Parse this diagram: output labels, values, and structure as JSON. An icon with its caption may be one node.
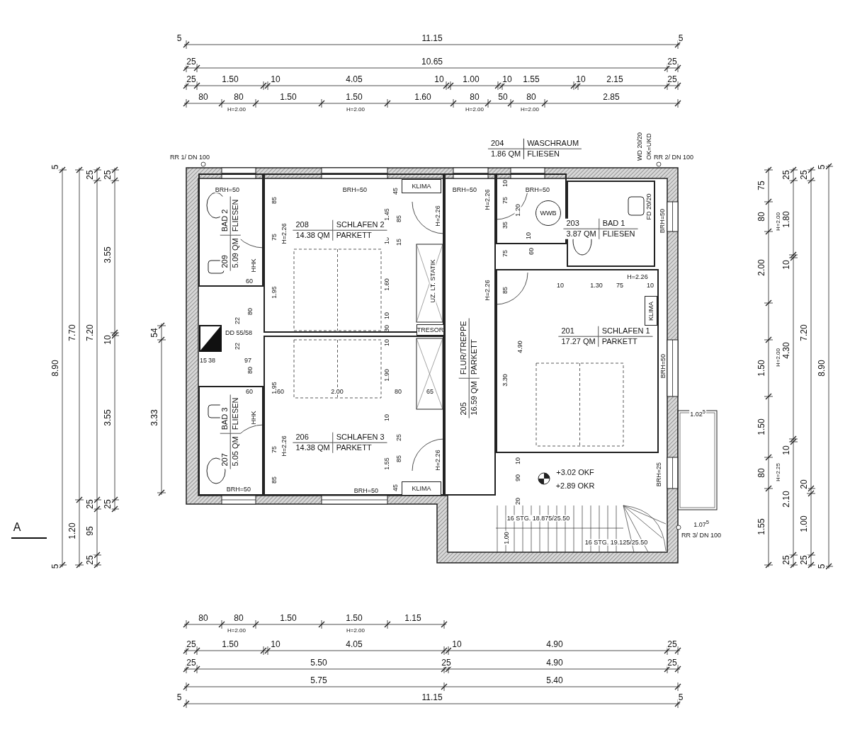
{
  "diagram": {
    "nodes": [
      {
        "text": [
          "204",
          "WASCHRAUM",
          "1.86 QM",
          "FLIESEN"
        ]
      },
      {
        "text": [
          "WWB"
        ],
        "in": 0
      },
      {
        "text": [
          "208",
          "SCHLAFEN 2",
          "14.38 QM",
          "PARKETT"
        ]
      },
      {
        "text": [
          "KLIMA"
        ],
        "in": 2
      },
      {
        "text": [
          "209",
          "BAD 2",
          "5.09 QM",
          "FLIESEN"
        ]
      },
      {
        "text": [
          "203",
          "BAD 1",
          "3.87 QM",
          "FLIESEN"
        ]
      },
      {
        "text": [
          "TRESOR"
        ]
      },
      {
        "text": [
          "205",
          "FLUR/TREPPE",
          "16.59 QM",
          "PARKETT"
        ]
      },
      {
        "text": [
          "201",
          "SCHLAFEN 1",
          "17.27 QM",
          "PARKETT"
        ]
      },
      {
        "text": [
          "KLIMA"
        ],
        "in": 8
      },
      {
        "text": [
          "206",
          "SCHLAFEN 3",
          "14.38 QM",
          "PARKETT"
        ]
      },
      {
        "text": [
          "KLIMA"
        ],
        "in": 10
      },
      {
        "text": [
          "207",
          "BAD 3",
          "5.05 QM",
          "FLIESEN"
        ]
      }
    ],
    "labels": [
      "5",
      "11.15",
      "5",
      "25",
      "10.65",
      "25",
      "25",
      "1.50",
      "10",
      "4.05",
      "10",
      "1.00",
      "10",
      "1.55",
      "10",
      "2.15",
      "25",
      "80",
      "80",
      "1.50",
      "1.50",
      "1.60",
      "80",
      "50",
      "80",
      "2.85",
      "H=2.00",
      "H=2.00",
      "H=2.00",
      "H=2.00",
      "5",
      "8.90",
      "5",
      "7.70",
      "1.20",
      "25",
      "7.20",
      "25",
      "95",
      "25",
      "25",
      "3.55",
      "10",
      "3.55",
      "25",
      "54",
      "3.33",
      "WD 20/20",
      "OK=UKD",
      "RR 1/ DN 100",
      "RR 2/ DN 100",
      "BRH=50",
      "BRH=50",
      "45",
      "BRH=50",
      "BRH=50",
      "H=2.26",
      "10",
      "75",
      "1.20",
      "FD 20/20",
      "BRH=50",
      "85",
      "H=2.26",
      "1.45",
      "85",
      "75",
      "H=2.26",
      "35",
      "10",
      "15",
      "HHK",
      "10",
      "75",
      "60",
      "H=2.26",
      "UZ. LT. STATIK",
      "60",
      "10",
      "1.30",
      "75",
      "10",
      "H=2.26",
      "85",
      "1.95",
      "80",
      "1.60",
      "22",
      "DD 55/58",
      "10",
      "30",
      "10",
      "22",
      "4.90",
      "BRH=50",
      "15",
      "38",
      "97",
      "80",
      "3.30",
      "1.95",
      "60",
      "60",
      "2.00",
      "1.90",
      "80",
      "65",
      "1.02$^{5}$",
      "HHK",
      "10",
      "75",
      "H=2.26",
      "25",
      "1.55",
      "85",
      "H=2.26",
      "10",
      "+3.02 OKF",
      "BRH=25",
      "90",
      "+2.89 OKR",
      "85",
      "45",
      "BRH=50",
      "BRH=50",
      "20",
      "16 STG. 18.875/25.50",
      "1.00",
      "1.07$^{5}$",
      "RR 3/ DN 100",
      "16 STG. 19.125/25.50",
      "A",
      "75",
      "80",
      "2.00",
      "1.50",
      "1.50",
      "80",
      "1.55",
      "H=2.00",
      "H=2.00",
      "H=2.25",
      "25",
      "1.80",
      "10",
      "4.30",
      "10",
      "2.10",
      "25",
      "25",
      "7.20",
      "20",
      "1.00",
      "25",
      "5",
      "8.90",
      "5",
      "80",
      "80",
      "1.50",
      "1.50",
      "1.15",
      "H=2.00",
      "H=2.00",
      "25",
      "1.50",
      "10",
      "4.05",
      "10",
      "4.90",
      "25",
      "25",
      "5.50",
      "25",
      "4.90",
      "25",
      "5.75",
      "5.40",
      "5",
      "11.15",
      "5"
    ]
  }
}
